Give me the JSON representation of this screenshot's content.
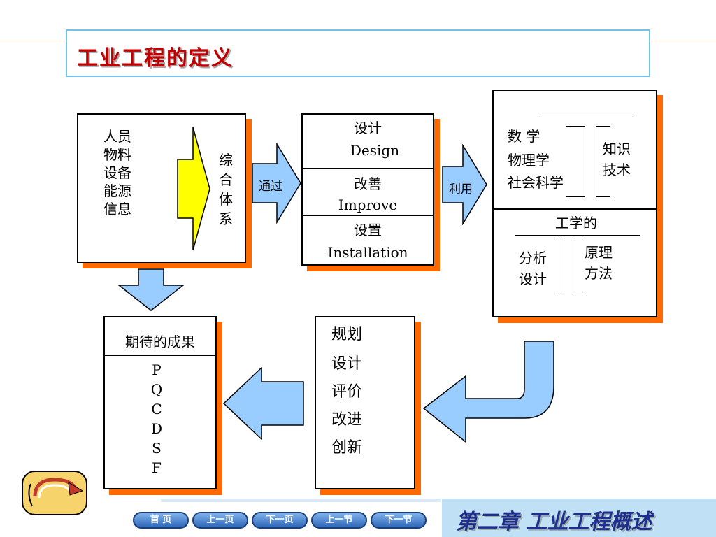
{
  "title": "工业工程的定义",
  "left_box": {
    "items": [
      "人员",
      "物料",
      "设备",
      "能源",
      "信息"
    ],
    "vertical_label": [
      "综",
      "合",
      "体",
      "系"
    ]
  },
  "arrow_via": "通过",
  "middle_box": {
    "sections": [
      {
        "zh": "设计",
        "en": "Design"
      },
      {
        "zh": "改善",
        "en": "Improve"
      },
      {
        "zh": "设置",
        "en": "Installation"
      }
    ]
  },
  "arrow_use": "利用",
  "right_top_box": {
    "subjects": [
      "数  学",
      "物理学",
      "社会科学"
    ],
    "knowledge": [
      "知识",
      "技术"
    ]
  },
  "right_bottom_box": {
    "heading": "工学的",
    "left": [
      "分析",
      "设计"
    ],
    "right": [
      "原理",
      "方法"
    ]
  },
  "result_box": {
    "heading": "期待的成果",
    "letters": [
      "P",
      "Q",
      "C",
      "D",
      "S",
      "F"
    ]
  },
  "activity_box": {
    "items": [
      "规划",
      "设计",
      "评价",
      "改进",
      "创新"
    ]
  },
  "nav": {
    "home": "首 页",
    "prev_page": "上一页",
    "next_page": "下一页",
    "prev_section": "上一节",
    "next_section": "下一节"
  },
  "chapter_title": "第二章  工业工程概述",
  "colors": {
    "title": "#c00000",
    "shadow": "#ff6a00",
    "arrow_blue": "#99ccff",
    "arrow_yellow": "#ffff00",
    "footer_text": "#1f2f8f"
  }
}
